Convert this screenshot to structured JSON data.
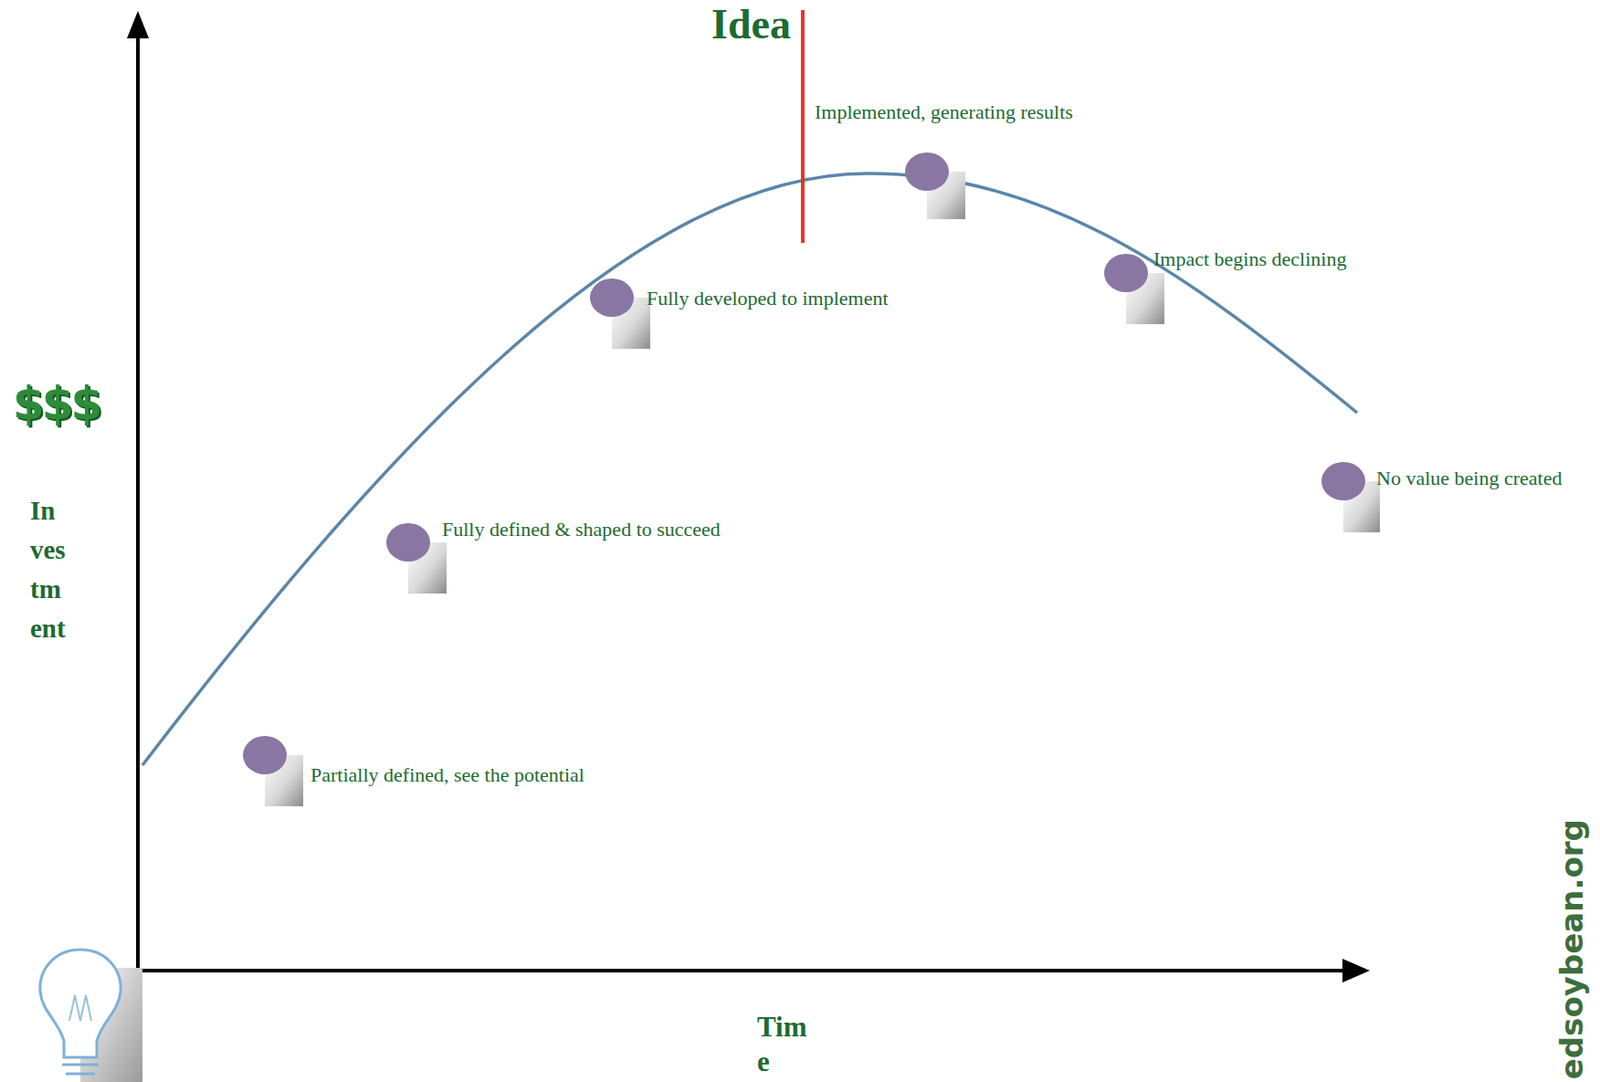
{
  "diagram": {
    "labels": [
      "Idea",
      "Implemented, generating results",
      "Fully developed to implement",
      "Impact begins declining",
      "No value being created",
      "Fully defined & shaped to succeed",
      "Partially defined, see the potential",
      "$$$",
      "Investment",
      "Time",
      "edsoybean.org"
    ]
  }
}
